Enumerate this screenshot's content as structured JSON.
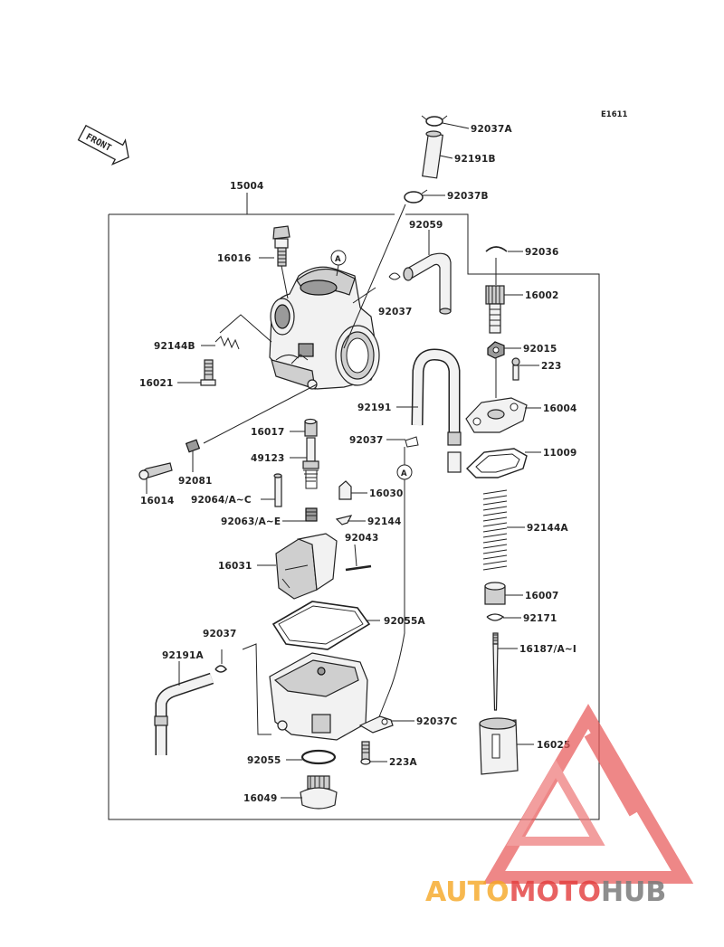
{
  "diagram_code": "E1611",
  "front_label": "FRONT",
  "callout_marker": "A",
  "parts": {
    "p15004": "15004",
    "p16016": "16016",
    "p92144B": "92144B",
    "p16021": "16021",
    "p92037A": "92037A",
    "p92191B": "92191B",
    "p92037B": "92037B",
    "p92059": "92059",
    "p92037_top": "92037",
    "p92036": "92036",
    "p16002": "16002",
    "p92015": "92015",
    "p223": "223",
    "p92191": "92191",
    "p16004": "16004",
    "p16017": "16017",
    "p92037_mid": "92037",
    "p11009": "11009",
    "p49123": "49123",
    "p92081": "92081",
    "p16014": "16014",
    "p92064": "92064/A~C",
    "p16030": "16030",
    "p92144A": "92144A",
    "p92063": "92063/A~E",
    "p92144": "92144",
    "p92043": "92043",
    "p16031": "16031",
    "p16007": "16007",
    "p92055A": "92055A",
    "p92171": "92171",
    "p92037_low": "92037",
    "p16187": "16187/A~I",
    "p92191A": "92191A",
    "p92037C": "92037C",
    "p16025": "16025",
    "p92055": "92055",
    "p223A": "223A",
    "p16049": "16049"
  },
  "watermark": {
    "part1": "AUTO",
    "part2": "MOTO",
    "part3": "HUB",
    "color_orange": "#f5a623",
    "color_red": "#e23b3b",
    "color_gray": "#7a7a7a"
  }
}
